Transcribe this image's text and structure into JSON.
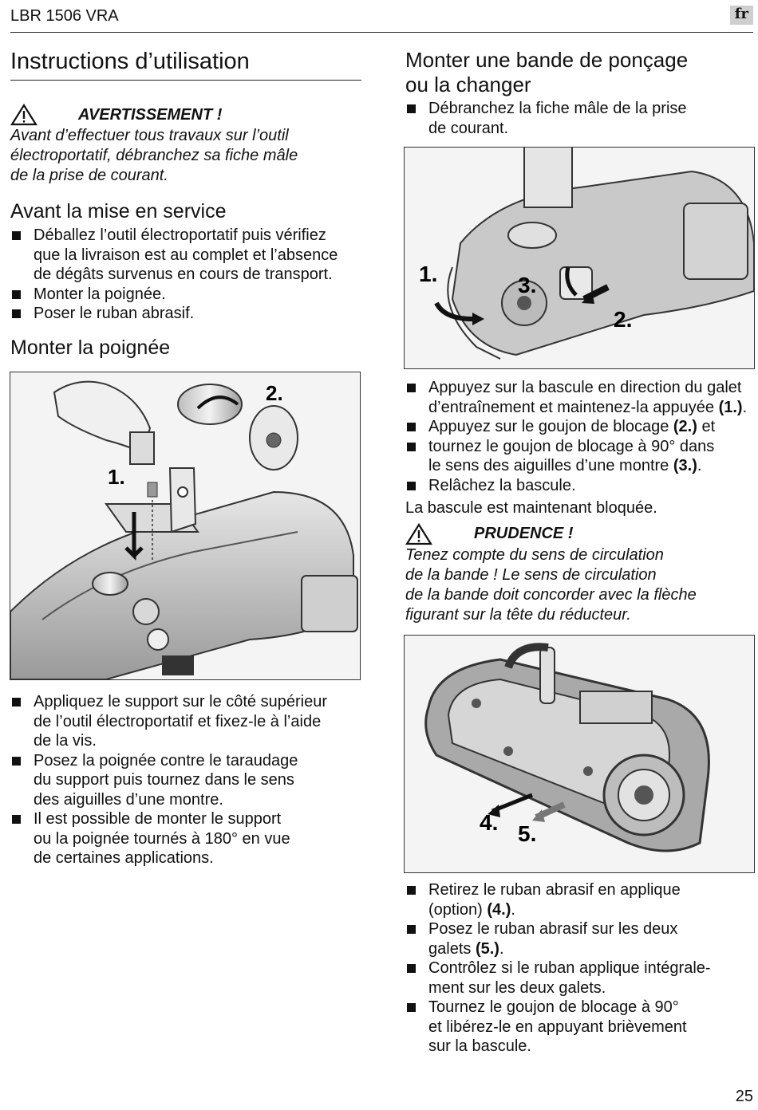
{
  "header": {
    "model": "LBR 1506 VRA",
    "lang": "fr"
  },
  "left": {
    "title": "Instructions d’utilisation",
    "warning": {
      "title": "AVERTISSEMENT !",
      "text_lines": [
        "Avant d’effectuer tous travaux sur l’outil",
        "électroportatif, débranchez sa fiche mâle",
        "de la prise de courant."
      ]
    },
    "section1": {
      "heading": "Avant la mise en service",
      "items": [
        [
          "Déballez l’outil électroportatif puis vérifiez",
          "que la livraison est au complet et l’absence",
          "de dégâts survenus en cours de transport."
        ],
        [
          "Monter la poignée."
        ],
        [
          "Poser le ruban abrasif."
        ]
      ]
    },
    "section2": {
      "heading": "Monter la poignée",
      "figure_labels": [
        "1.",
        "2."
      ],
      "items": [
        [
          "Appliquez le support sur le côté supérieur",
          "de l’outil électroportatif et fixez-le à l’aide",
          "de la vis."
        ],
        [
          "Posez la poignée contre le taraudage",
          "du support puis tournez dans le sens",
          "des aiguilles d’une montre."
        ],
        [
          "Il est possible de monter le support",
          "ou la poignée tournés à 180° en vue",
          "de certaines applications."
        ]
      ]
    }
  },
  "right": {
    "title_lines": [
      "Monter une bande de ponçage",
      "ou la changer"
    ],
    "intro_item": [
      "Débranchez la fiche mâle de la prise",
      "de courant."
    ],
    "figure1_labels": [
      "1.",
      "2.",
      "3."
    ],
    "steps": [
      {
        "pre": [
          "Appuyez sur la bascule en direction du galet",
          "d’entraînement et maintenez-la appuyée "
        ],
        "bold": "(1.)",
        "post": "."
      },
      {
        "pre": [
          "Appuyez sur le goujon de blocage "
        ],
        "bold": "(2.)",
        "post": " et"
      },
      {
        "pre": [
          "tournez le goujon de blocage à 90° dans",
          "le sens des aiguilles d’une montre "
        ],
        "bold": "(3.)",
        "post": "."
      },
      {
        "pre": [
          "Relâchez la bascule."
        ],
        "bold": "",
        "post": ""
      }
    ],
    "locked_text": "La bascule est maintenant bloquée.",
    "caution": {
      "title": "PRUDENCE !",
      "text_lines": [
        "Tenez compte du sens de circulation",
        "de la bande ! Le sens de circulation",
        "de la bande doit concorder avec la flèche",
        "figurant sur la tête du réducteur."
      ]
    },
    "figure2_labels": [
      "4.",
      "5."
    ],
    "steps2": [
      {
        "pre": [
          "Retirez le ruban abrasif en applique",
          "(option) "
        ],
        "bold": "(4.)",
        "post": "."
      },
      {
        "pre": [
          "Posez le ruban abrasif sur les deux",
          "galets "
        ],
        "bold": "(5.)",
        "post": "."
      },
      {
        "pre": [
          "Contrôlez si le ruban applique intégrale-",
          "ment sur les deux galets."
        ],
        "bold": "",
        "post": ""
      },
      {
        "pre": [
          "Tournez le goujon de blocage à 90°",
          "et libérez-le en appuyant brièvement",
          "sur la bascule."
        ],
        "bold": "",
        "post": ""
      }
    ]
  },
  "page_number": "25"
}
